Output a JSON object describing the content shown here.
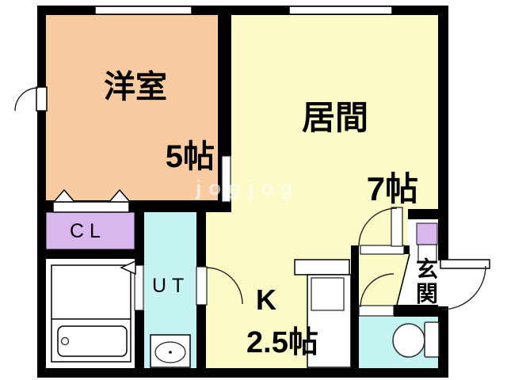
{
  "document": {
    "type": "apartment-floor-plan"
  },
  "watermark": {
    "text": "jogjog"
  },
  "rooms": {
    "western_room": {
      "name": "洋室",
      "size": "5帖"
    },
    "living_room": {
      "name": "居間",
      "size": "7帖"
    },
    "closet": {
      "label": "CL"
    },
    "utility": {
      "label": "UT"
    },
    "kitchen": {
      "label": "K",
      "size": "2.5帖"
    },
    "entrance": {
      "label": "玄関"
    }
  },
  "colors": {
    "background": "#FFFFFF",
    "wall": "#000000",
    "western_room": "#F9CBA1",
    "living_room": "#FCFAC6",
    "water_rooms": "#C5F2F3",
    "closet": "#D9B6EE",
    "watermark": "rgba(255,255,255,0.62)"
  }
}
